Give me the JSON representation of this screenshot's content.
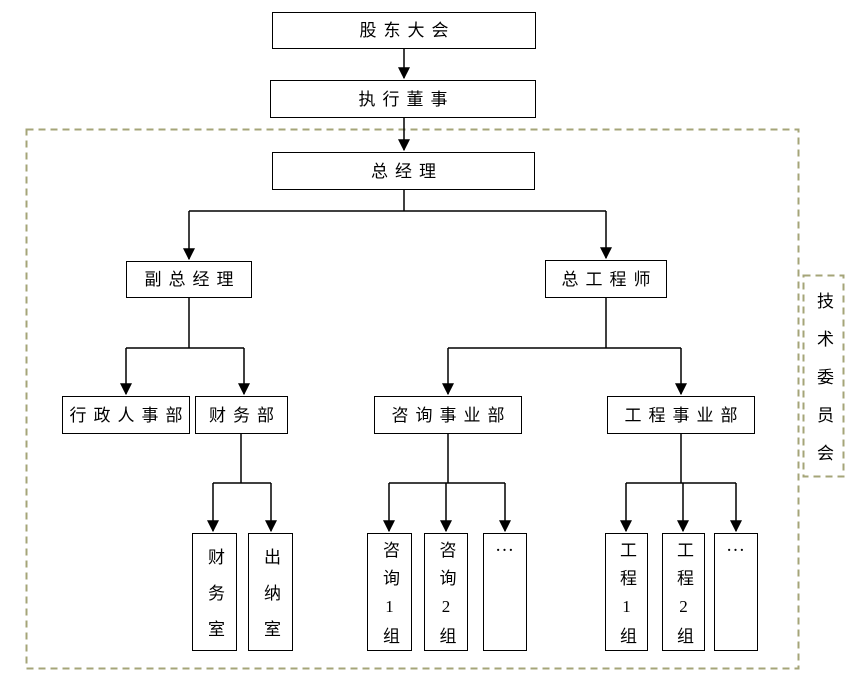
{
  "diagram": {
    "type": "org-chart",
    "colors": {
      "box_border": "#000000",
      "connector": "#000000",
      "dashed_border": "#a5a578",
      "background": "#ffffff",
      "text": "#000000"
    },
    "nodes": {
      "shareholders_meeting": {
        "label": "股东大会"
      },
      "executive_director": {
        "label": "执行董事"
      },
      "general_manager": {
        "label": "总经理"
      },
      "deputy_general_manager": {
        "label": "副总经理"
      },
      "chief_engineer": {
        "label": "总工程师"
      },
      "admin_hr_dept": {
        "label": "行政人事部"
      },
      "finance_dept": {
        "label": "财务部"
      },
      "consulting_division": {
        "label": "咨询事业部"
      },
      "engineering_division": {
        "label": "工程事业部"
      },
      "finance_office": {
        "label": "财务室"
      },
      "cashier_office": {
        "label": "出纳室"
      },
      "consulting_group_1": {
        "label": "咨询1组"
      },
      "consulting_group_2": {
        "label": "咨询2组"
      },
      "consulting_more": {
        "label": "…"
      },
      "engineering_group_1": {
        "label": "工程1组"
      },
      "engineering_group_2": {
        "label": "工程2组"
      },
      "engineering_more": {
        "label": "…"
      },
      "technical_committee": {
        "label": "技术委员会"
      }
    }
  }
}
